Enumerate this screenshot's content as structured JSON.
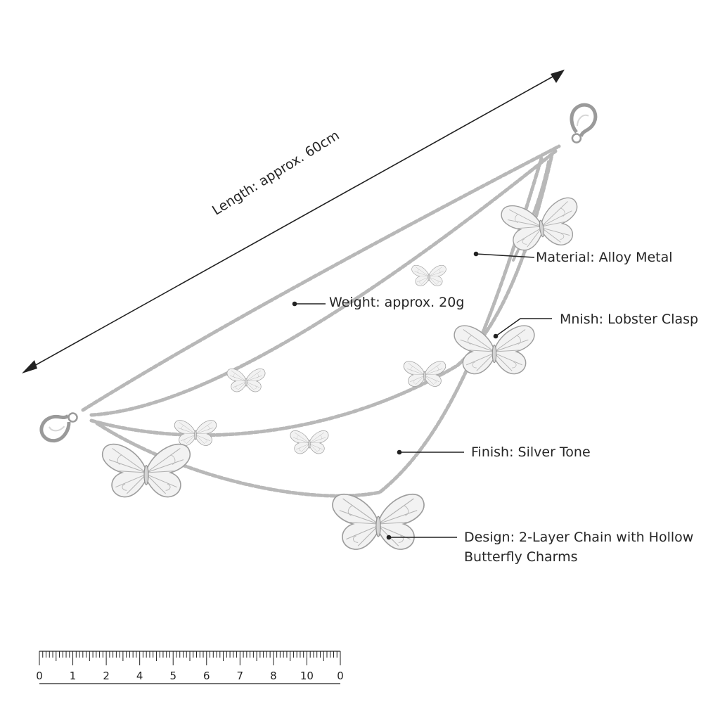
{
  "length_label": "Length: approx. 60cm",
  "callouts": {
    "material": "Material: Alloy Metal",
    "weight": "Weight: approx. 20g",
    "clasp": "Mnish: Lobster Clasp",
    "finish": "Finish: Silver Tone",
    "design": "Design: 2-Layer Chain with Hollow Butterfly Charms"
  },
  "ruler": {
    "labels": [
      "0",
      "1",
      "2",
      "4",
      "5",
      "6",
      "7",
      "8",
      "10",
      "0"
    ]
  },
  "colors": {
    "chain": "#b9b9b9",
    "chain_dark": "#8a8a8a",
    "butterfly_fill": "#f1f1f1",
    "butterfly_vein": "#a7a7a7",
    "text": "#262626"
  },
  "icons": [
    "lobster-clasp-icon",
    "butterfly-charm-icon",
    "dimension-arrow-icon",
    "ruler-icon"
  ]
}
